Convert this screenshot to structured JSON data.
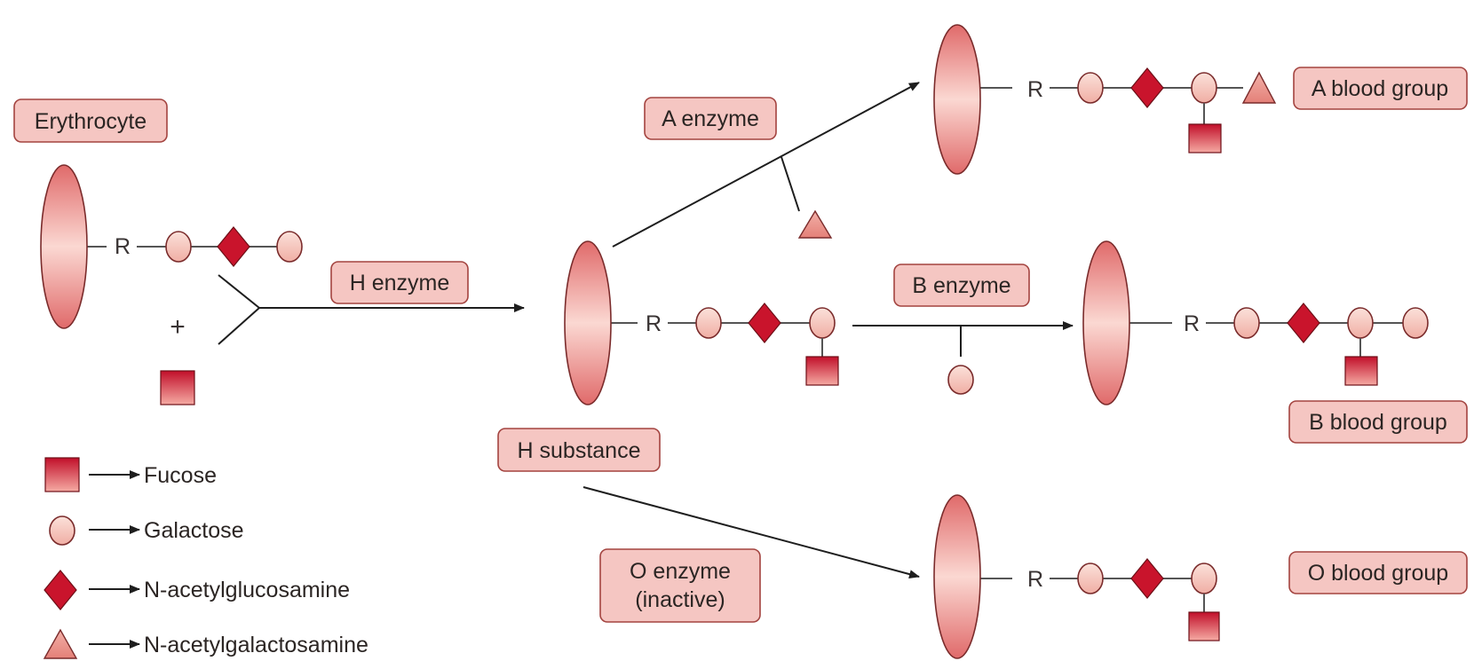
{
  "labels": {
    "erythrocyte": "Erythrocyte",
    "h_enzyme": "H enzyme",
    "a_enzyme": "A enzyme",
    "b_enzyme": "B enzyme",
    "h_substance": "H substance",
    "o_enzyme_line1": "O enzyme",
    "o_enzyme_line2": "(inactive)",
    "a_group": "A blood group",
    "b_group": "B blood group",
    "o_group": "O blood group"
  },
  "chain_link_label": "R",
  "plus_sign": "+",
  "legend": [
    {
      "symbol": "square",
      "label": "Fucose"
    },
    {
      "symbol": "circle",
      "label": "Galactose"
    },
    {
      "symbol": "diamond",
      "label": "N-acetylglucosamine"
    },
    {
      "symbol": "triangle",
      "label": "N-acetylgalactosamine"
    }
  ],
  "colors": {
    "cell_light": "#fbd8d2",
    "cell_dark": "#e06a6a",
    "galactose": "#f7c6bc",
    "nag": "#c9142c",
    "fucose_top": "#c10f2a",
    "fucose_bottom": "#f3a09a",
    "galnac": "#e88d86",
    "label_fill": "#f5c6c2"
  }
}
